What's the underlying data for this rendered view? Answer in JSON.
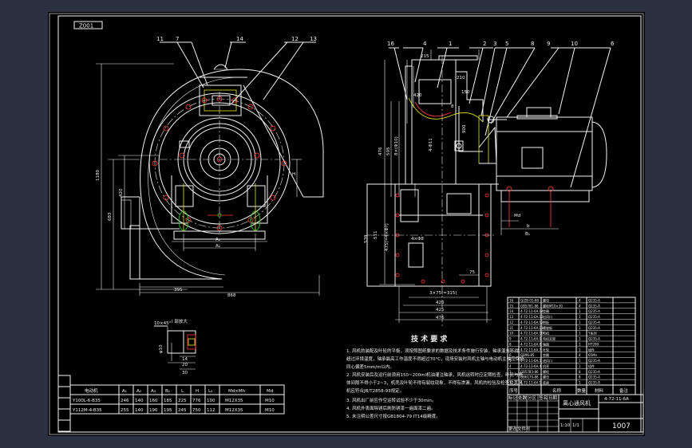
{
  "drawing_code": "Z001",
  "front_view": {
    "part_labels": [
      "11",
      "7",
      "14",
      "12",
      "13"
    ],
    "dims": {
      "h1": "1180",
      "h2": "683",
      "h3": "420",
      "w1": "395",
      "w2": "868",
      "h": "H",
      "a1": "A₁",
      "a2": "A₂"
    }
  },
  "side_view": {
    "part_labels": [
      "16",
      "4",
      "1",
      "2",
      "3",
      "5",
      "8",
      "9",
      "10",
      "6"
    ],
    "dims": {
      "d215": "215",
      "d210": "210",
      "d150": "150",
      "d420": "420",
      "d8": "8",
      "d900": "900",
      "d4": "4-Φ11",
      "d476": "476",
      "d505": "505",
      "d8x": "8×(Φ10)",
      "d539": "539",
      "d511": "511",
      "d475": "475(=4×Φ?)",
      "d4x": "4×Φ8",
      "d75": "75",
      "d3075": "3×75(=315)",
      "d420b": "420",
      "d425": "425",
      "d476b": "476",
      "b": "b",
      "m": "Md",
      "b1": "B₁"
    }
  },
  "detail": {
    "title": "I 部放大",
    "chamfer": "10×45°",
    "d14": "14",
    "d20": "20",
    "d30": "30",
    "phi10": "φ10"
  },
  "motor_table": {
    "headers": [
      "电动机",
      "A₁",
      "A₂",
      "A₃",
      "B₁",
      "L",
      "H",
      "L₂",
      "Md×Mh",
      "Md"
    ],
    "rows": [
      [
        "Y100L-6-B35",
        "246",
        "140",
        "160",
        "185",
        "225",
        "776",
        "100",
        "M12X35",
        "M10"
      ],
      [
        "Y112M-4-B35",
        "255",
        "140",
        "190",
        "195",
        "245",
        "750",
        "112",
        "M12X35",
        "M10"
      ]
    ]
  },
  "tech_req": {
    "title": "技 术 要 求",
    "lines": [
      "1. 风机的装配及叶轮的平衡，须按照图纸要求的数据及技术条件施行安装，轴承温升不得",
      "超过环境温度，轴承最高工作温度不得超过70°C，现场安装时风机主轴与电动机主轴应保持",
      "同心偏差5mm/m以内。",
      "2. 风机安装后及运行前须用150~200ml机油灌注轴承，风机运转时应定期检查，叶轮与壳",
      "体间隙不得小于2~3，机壳及叶轮不得有裂纹现象，不得有渗漏，风机的检验及检查及其风",
      "机应符合JB/T2858-93规定。",
      "3. 风机出厂前应作空运转试验不少于30min。",
      "4. 风机外表面除锈后刷防锈漆一遍面漆二遍。",
      "5. 未注明公差尺寸按GB1804-79 IT14级精度。"
    ]
  },
  "title_block": {
    "name": "离心通风机",
    "model": "4-72-11-6A",
    "scale": "1:10",
    "sheet": "1/1",
    "drawing_no": "1007",
    "col_labels": [
      "序号",
      "名称",
      "数量",
      "材料",
      "备注"
    ],
    "left_labels": [
      "标记",
      "处数",
      "分区",
      "更改文件号",
      "签名",
      "日期"
    ]
  },
  "parts_list": [
    {
      "no": "16",
      "code": "Q/ZB 01-98",
      "name": "螺母",
      "qty": "4",
      "mat": "Q235-A"
    },
    {
      "no": "15",
      "code": "GB5781-86",
      "name": "螺栓M10×30",
      "qty": "4",
      "mat": "Q235-A"
    },
    {
      "no": "14",
      "code": "4-72-11-6A.14",
      "name": "垫圈",
      "qty": "1",
      "mat": "Q235-A"
    },
    {
      "no": "13",
      "code": "4-72-11-6A.13",
      "name": "出风口",
      "qty": "1",
      "mat": "Q235-A"
    },
    {
      "no": "12",
      "code": "4-72-11-6A.12",
      "name": "侧板",
      "qty": "1",
      "mat": "Q235-A"
    },
    {
      "no": "11",
      "code": "4-72-11-6A.11",
      "name": "螺旋板",
      "qty": "1",
      "mat": "Q235-A"
    },
    {
      "no": "10",
      "code": "4-72-11-6A.10",
      "name": "电机",
      "qty": "1",
      "mat": "Y系列"
    },
    {
      "no": "9",
      "code": "4-72-11-6A.9",
      "name": "电机支架",
      "qty": "1",
      "mat": "Q235-A"
    },
    {
      "no": "8",
      "code": "4-72-11-6A.8",
      "name": "轴盘",
      "qty": "1",
      "mat": "HT200"
    },
    {
      "no": "7",
      "code": "4-72-11-6A.7",
      "name": "叶轮",
      "qty": "1",
      "mat": "组件"
    },
    {
      "no": "6",
      "code": "GB96-85",
      "name": "垫圈",
      "qty": "4",
      "mat": "65Mn"
    },
    {
      "no": "5",
      "code": "4-72-11-6A.5",
      "name": "进风口",
      "qty": "1",
      "mat": "Q235-A"
    },
    {
      "no": "4",
      "code": "4-72-11-6A.4",
      "name": "机壳",
      "qty": "1",
      "mat": "组件"
    },
    {
      "no": "3",
      "code": "GB5783-86",
      "name": "螺栓",
      "qty": "8",
      "mat": "Q235-A"
    },
    {
      "no": "2",
      "code": "GB6170-86",
      "name": "螺母",
      "qty": "8",
      "mat": "Q235-A"
    },
    {
      "no": "1",
      "code": "4-72-11-6A.1",
      "name": "底座",
      "qty": "1",
      "mat": "Q235-A"
    }
  ]
}
